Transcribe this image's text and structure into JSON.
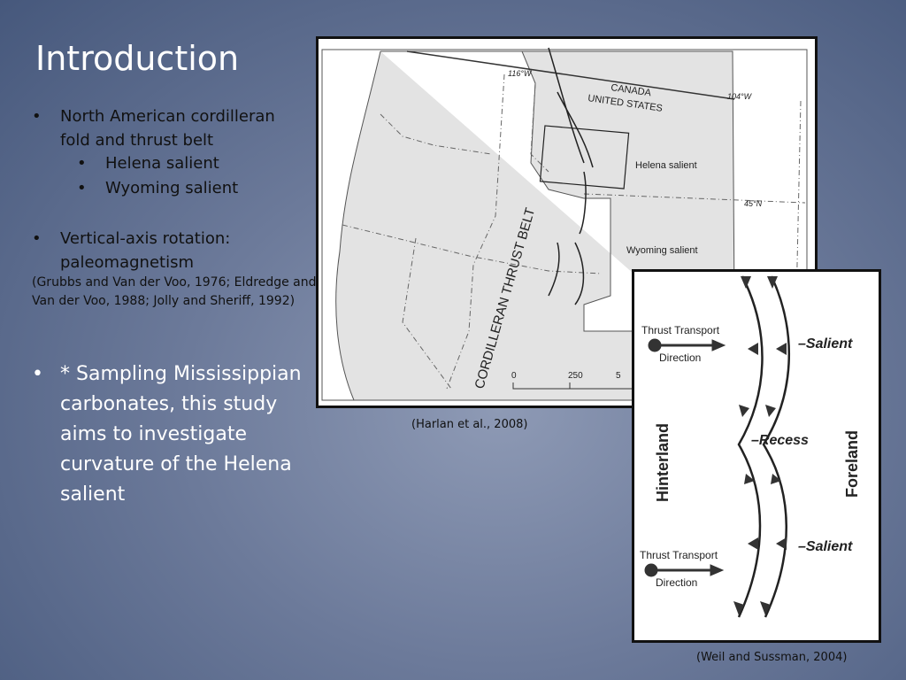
{
  "title": "Introduction",
  "bullets": {
    "b1": "North American cordilleran fold and thrust belt",
    "b1_sub": [
      "Helena salient",
      "Wyoming salient"
    ],
    "b2": "Vertical-axis rotation: paleomagnetism",
    "b2_refs": "(Grubbs and Van der Voo, 1976; Eldredge and Van der Voo, 1988;  Jolly and Sheriff, 1992)",
    "b3": "* Sampling Mississippian carbonates,  this study aims to investigate curvature of the Helena salient",
    "marker": "•"
  },
  "map": {
    "labels": {
      "lon1": "116°W",
      "canada": "CANADA",
      "us": "UNITED STATES",
      "lon2": "104°W",
      "helena": "Helena salient",
      "lat": "45°N",
      "wyoming": "Wyoming salient",
      "belt": "CORDILLERAN THRUST BELT",
      "scale0": "0",
      "scale1": "250",
      "scale2": "5"
    },
    "caption": "(Harlan et al., 2008)"
  },
  "diagram": {
    "tt1": "Thrust Transport",
    "dir1": "Direction",
    "tt2": "Thrust Transport",
    "dir2": "Direction",
    "salient1": "–Salient",
    "recess": "–Recess",
    "salient2": "–Salient",
    "hinterland": "Hinterland",
    "foreland": "Foreland",
    "caption": "(Weil and Sussman, 2004)"
  },
  "colors": {
    "land": "#e3e3e3",
    "accent": "#ffffff"
  }
}
